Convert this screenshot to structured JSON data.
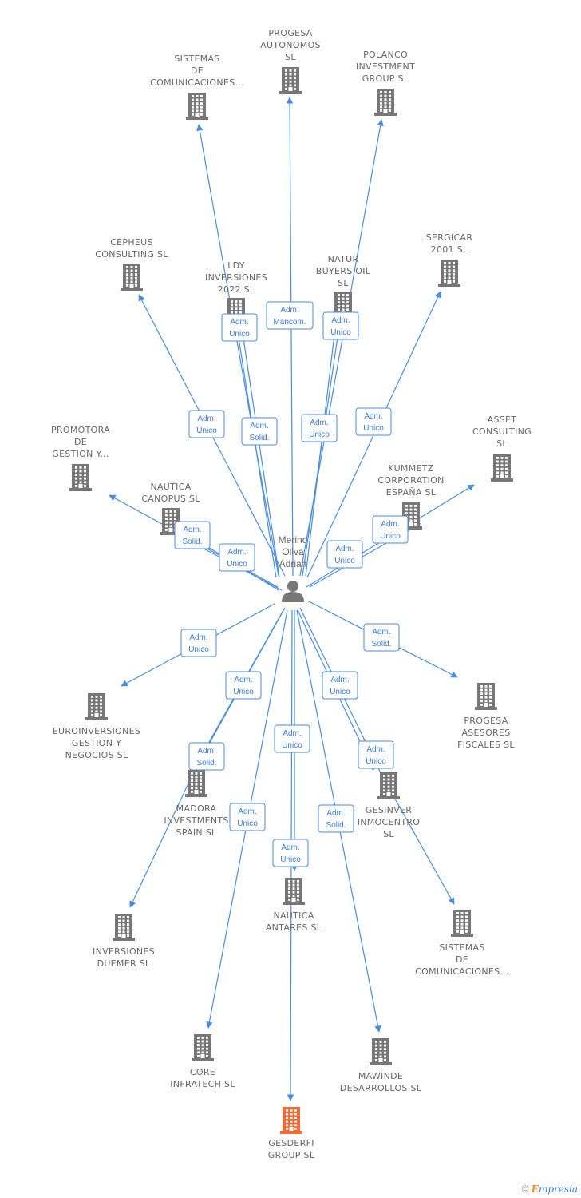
{
  "person": {
    "lines": [
      "Merino",
      "Oliva",
      "Adrian"
    ]
  },
  "colors": {
    "edge": "#4a8ddc",
    "building": "#777777",
    "building_highlight": "#f26b35",
    "label": "#666666",
    "relation_text": "#3b7dd8"
  },
  "icons": {
    "company": "building-icon",
    "person": "person-icon"
  },
  "companies": [
    {
      "id": "sistemas-1",
      "lines": [
        "SISTEMAS",
        "DE",
        "COMUNICACIONES..."
      ]
    },
    {
      "id": "progesa-autonomos",
      "lines": [
        "PROGESA",
        "AUTONOMOS",
        "SL"
      ]
    },
    {
      "id": "polanco",
      "lines": [
        "POLANCO",
        "INVESTMENT",
        "GROUP  SL"
      ]
    },
    {
      "id": "cepheus",
      "lines": [
        "CEPHEUS",
        "CONSULTING SL"
      ]
    },
    {
      "id": "ldy",
      "lines": [
        "LDY",
        "INVERSIONES",
        "2022  SL"
      ]
    },
    {
      "id": "natur",
      "lines": [
        "NATUR",
        "BUYERS OIL",
        "SL"
      ]
    },
    {
      "id": "sergicar",
      "lines": [
        "SERGICAR",
        "2001  SL"
      ]
    },
    {
      "id": "promotora",
      "lines": [
        "PROMOTORA",
        "DE",
        "GESTION Y..."
      ]
    },
    {
      "id": "asset",
      "lines": [
        "ASSET",
        "CONSULTING",
        "SL"
      ]
    },
    {
      "id": "kummetz",
      "lines": [
        "KUMMETZ",
        "CORPORATION",
        "ESPAÑA SL"
      ]
    },
    {
      "id": "nautica-canopus",
      "lines": [
        "NAUTICA",
        "CANOPUS  SL"
      ]
    },
    {
      "id": "euroinversiones",
      "lines": [
        "EUROINVERSIONES",
        "GESTION Y",
        "NEGOCIOS  SL"
      ]
    },
    {
      "id": "progesa-asesores",
      "lines": [
        "PROGESA",
        "ASESORES",
        "FISCALES  SL"
      ]
    },
    {
      "id": "madora",
      "lines": [
        "MADORA",
        "INVESTMENTS",
        "SPAIN  SL"
      ]
    },
    {
      "id": "gesinver",
      "lines": [
        "GESINVER",
        "INMOCENTRO",
        "SL"
      ]
    },
    {
      "id": "nautica-antares",
      "lines": [
        "NAUTICA",
        "ANTARES  SL"
      ]
    },
    {
      "id": "inversiones-duemer",
      "lines": [
        "INVERSIONES",
        "DUEMER  SL"
      ]
    },
    {
      "id": "sistemas-2",
      "lines": [
        "SISTEMAS",
        "DE",
        "COMUNICACIONES..."
      ]
    },
    {
      "id": "core",
      "lines": [
        "CORE",
        "INFRATECH  SL"
      ]
    },
    {
      "id": "mawinde",
      "lines": [
        "MAWINDE",
        "DESARROLLOS SL"
      ]
    },
    {
      "id": "gesdefi",
      "lines": [
        "GESDERFI",
        "GROUP  SL"
      ],
      "highlight": true
    }
  ],
  "relations": [
    {
      "id": "r-ldy",
      "lines": [
        "Adm.",
        "Unico"
      ]
    },
    {
      "id": "r-progesa-aut",
      "lines": [
        "Adm.",
        "Mancom."
      ]
    },
    {
      "id": "r-natur",
      "lines": [
        "Adm.",
        "Unico"
      ]
    },
    {
      "id": "r-cepheus",
      "lines": [
        "Adm.",
        "Unico"
      ]
    },
    {
      "id": "r-sistemas1",
      "lines": [
        "Adm.",
        "Solid."
      ]
    },
    {
      "id": "r-polanco",
      "lines": [
        "Adm.",
        "Unico"
      ]
    },
    {
      "id": "r-sergicar",
      "lines": [
        "Adm.",
        "Unico"
      ]
    },
    {
      "id": "r-canopus-1",
      "lines": [
        "Adm.",
        "Solid."
      ]
    },
    {
      "id": "r-canopus-2",
      "lines": [
        "Adm.",
        "Unico"
      ]
    },
    {
      "id": "r-kummetz",
      "lines": [
        "Adm.",
        "Unico"
      ]
    },
    {
      "id": "r-asset",
      "lines": [
        "Adm.",
        "Unico"
      ]
    },
    {
      "id": "r-euro",
      "lines": [
        "Adm.",
        "Unico"
      ]
    },
    {
      "id": "r-progesa-ase",
      "lines": [
        "Adm.",
        "Solid."
      ]
    },
    {
      "id": "r-madora-1",
      "lines": [
        "Adm.",
        "Unico"
      ]
    },
    {
      "id": "r-gesinver-1",
      "lines": [
        "Adm.",
        "Unico"
      ]
    },
    {
      "id": "r-nautica-ant",
      "lines": [
        "Adm.",
        "Unico"
      ]
    },
    {
      "id": "r-madora-2",
      "lines": [
        "Adm.",
        "Solid."
      ]
    },
    {
      "id": "r-gesinver-2",
      "lines": [
        "Adm.",
        "Unico"
      ]
    },
    {
      "id": "r-core",
      "lines": [
        "Adm.",
        "Unico"
      ]
    },
    {
      "id": "r-mawinde",
      "lines": [
        "Adm.",
        "Solid."
      ]
    },
    {
      "id": "r-gesdefi",
      "lines": [
        "Adm.",
        "Unico"
      ]
    }
  ],
  "footer": {
    "copyright": "©",
    "brand_initial": "E",
    "brand_rest": "mpresia"
  }
}
